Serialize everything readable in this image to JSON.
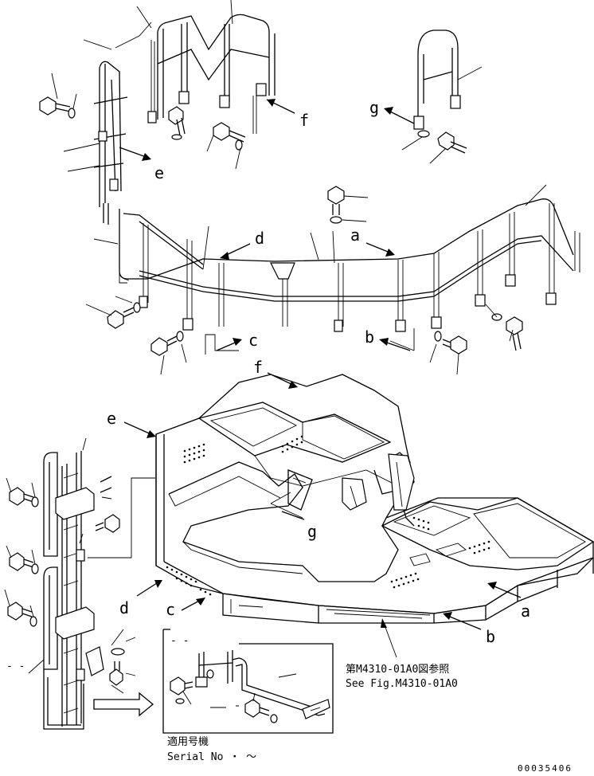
{
  "labels": {
    "a_upper": "a",
    "b_upper": "b",
    "c_upper": "c",
    "d_upper": "d",
    "e_upper": "e",
    "f_upper": "f",
    "g_upper": "g",
    "a_lower": "a",
    "b_lower": "b",
    "c_lower": "c",
    "d_lower": "d",
    "e_lower": "e",
    "f_lower": "f",
    "g_lower": "g"
  },
  "reference": {
    "line_jp": "第M4310-01A0図参照",
    "line_en": "See Fig.M4310-01A0"
  },
  "applicable": {
    "title_jp": "適用号機",
    "serial": "Serial No   ・  ～",
    "dash_left": "- -",
    "dash_detail": "- -"
  },
  "drawing_code": "00035406"
}
